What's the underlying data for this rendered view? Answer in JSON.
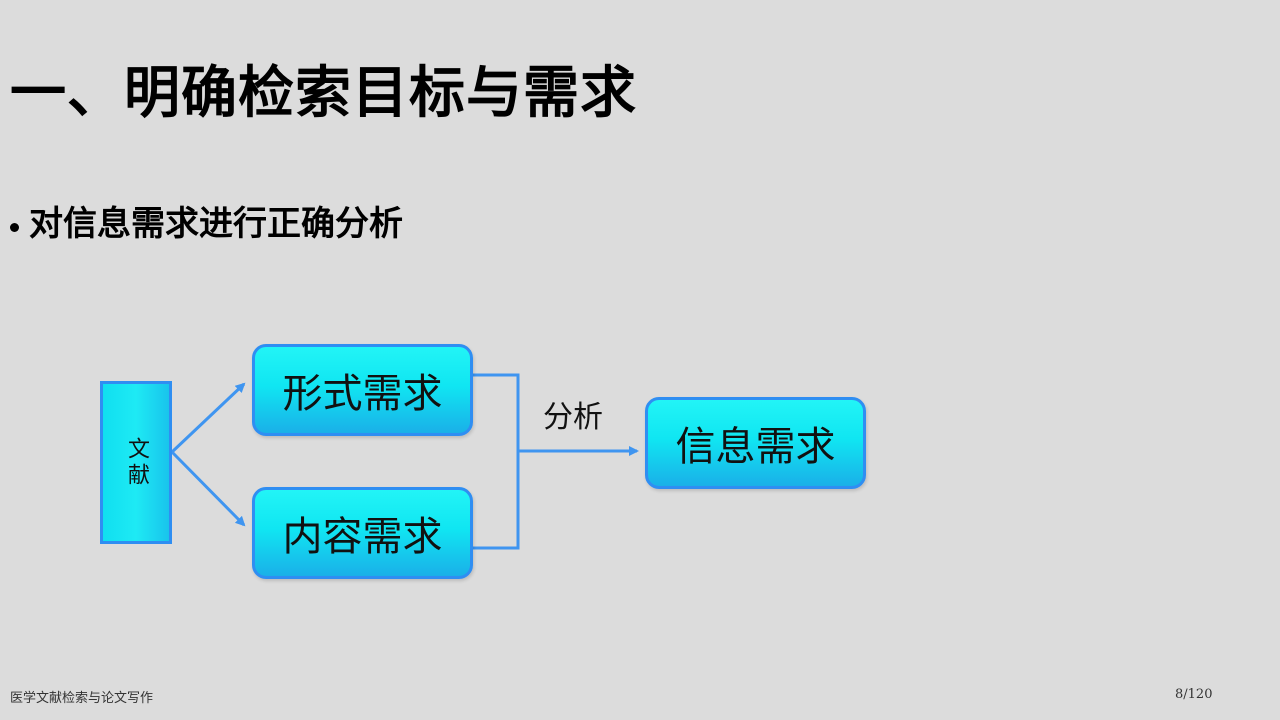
{
  "slide": {
    "title": "一、明确检索目标与需求",
    "bullet": "对信息需求进行正确分析"
  },
  "diagram": {
    "source_label": "文献",
    "form_need": "形式需求",
    "content_need": "内容需求",
    "analysis_label": "分析",
    "info_need": "信息需求"
  },
  "footer": {
    "course": "医学文献检索与论文写作",
    "page": "8/120"
  }
}
